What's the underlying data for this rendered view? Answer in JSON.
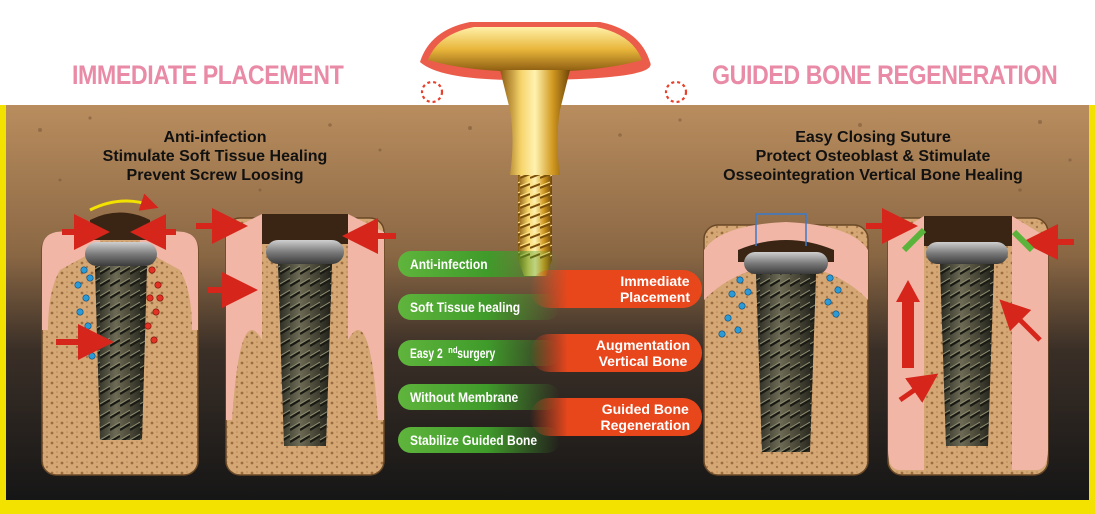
{
  "headers": {
    "left": "IMMEDIATE PLACEMENT",
    "right": "GUIDED BONE REGENERATION"
  },
  "captions": {
    "left": [
      "Anti-infection",
      "Stimulate Soft Tissue Healing",
      "Prevent Screw Loosing"
    ],
    "right": [
      "Easy Closing Suture",
      "Protect Osteoblast & Stimulate",
      "Osseointegration Vertical Bone Healing"
    ]
  },
  "benefits_green": [
    "Anti-infection",
    "Soft Tissue healing",
    "Easy 2",
    "Without Membrane",
    "Stabilize Guided Bone"
  ],
  "benefit_superscript": {
    "index": 2,
    "sup": "nd",
    "after": " surgery"
  },
  "benefits_orange": [
    [
      "Immediate",
      "Placement"
    ],
    [
      "Augmentation",
      "Vertical Bone"
    ],
    [
      "Guided Bone",
      "Regeneration"
    ]
  ],
  "colors": {
    "header_pink": "#e98aa6",
    "green_pill": "#4aa62f",
    "orange_pill": "#e8471c",
    "gold": "#d9a521",
    "gum_pink": "#f2b6a6",
    "bone": "#c69763",
    "frame_yellow": "#f3e100"
  }
}
